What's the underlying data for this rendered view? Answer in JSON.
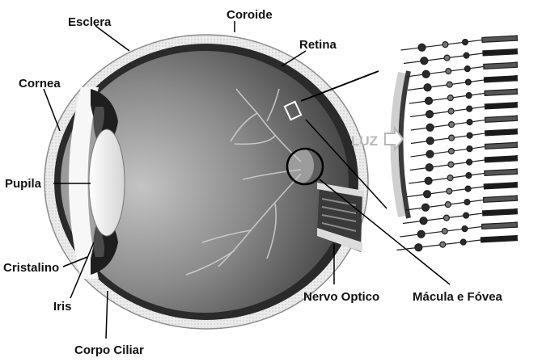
{
  "labels": {
    "esclera": "Esclera",
    "coroide": "Coroide",
    "retina": "Retina",
    "cornea": "Cornea",
    "pupila": "Pupila",
    "cristalino": "Cristalino",
    "iris": "Iris",
    "corpo_ciliar": "Corpo Ciliar",
    "nervo_optico": "Nervo Optico",
    "macula_fovea": "Mácula e Fóvea",
    "luz": "LUZ"
  },
  "colors": {
    "sclera": "#e6e6e6",
    "choroid": "#2a2a2a",
    "vitreous_light": "#9a9a9a",
    "vitreous_dark": "#2f2f2f",
    "lens": "#f2f2f2",
    "leader": "#000000",
    "luz_text": "#b8b8b8"
  },
  "icons": {
    "light_arrow": "right-arrow-icon"
  }
}
